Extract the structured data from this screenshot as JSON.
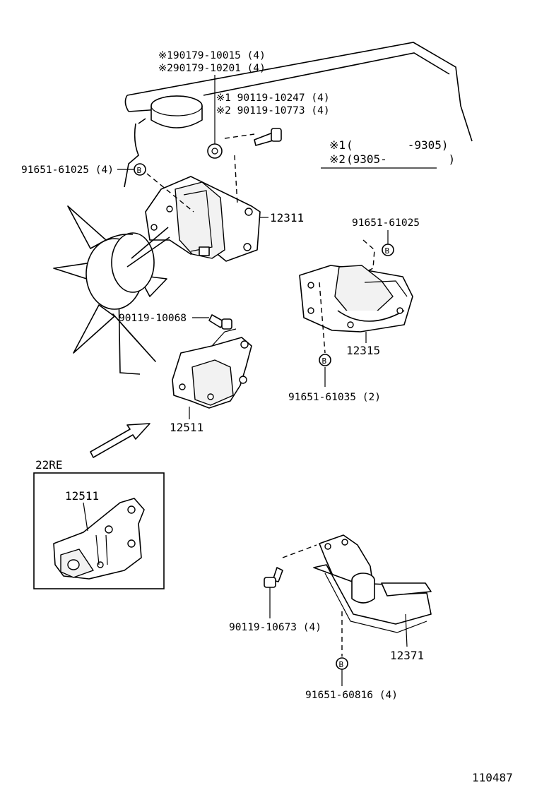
{
  "parts": {
    "bolt_top_1": "※190179-10015 (4)",
    "bolt_top_2": "※290179-10201 (4)",
    "bolt_mid_1": "※1 90119-10247 (4)",
    "bolt_mid_2": "※2 90119-10773 (4)",
    "nut_left": "91651-61025 (4)",
    "bracket_12311": "12311",
    "nut_right_top": "91651-61025",
    "bolt_90119_10068": "90119-10068",
    "insulator_12315": "12315",
    "nut_right_bottom": "91651-61035 (2)",
    "bracket_12511": "12511",
    "inset_12511": "12511",
    "bolt_90119_10673": "90119-10673 (4)",
    "insulator_12371": "12371",
    "nut_bottom": "91651-60816 (4)"
  },
  "legend": {
    "row1_mark": "※1",
    "row1_range": "(        -9305)",
    "row2_mark": "※2",
    "row2_range": "(9305-         )"
  },
  "inset_title": "22RE",
  "nut_marker": "B",
  "figure_number": "110487"
}
